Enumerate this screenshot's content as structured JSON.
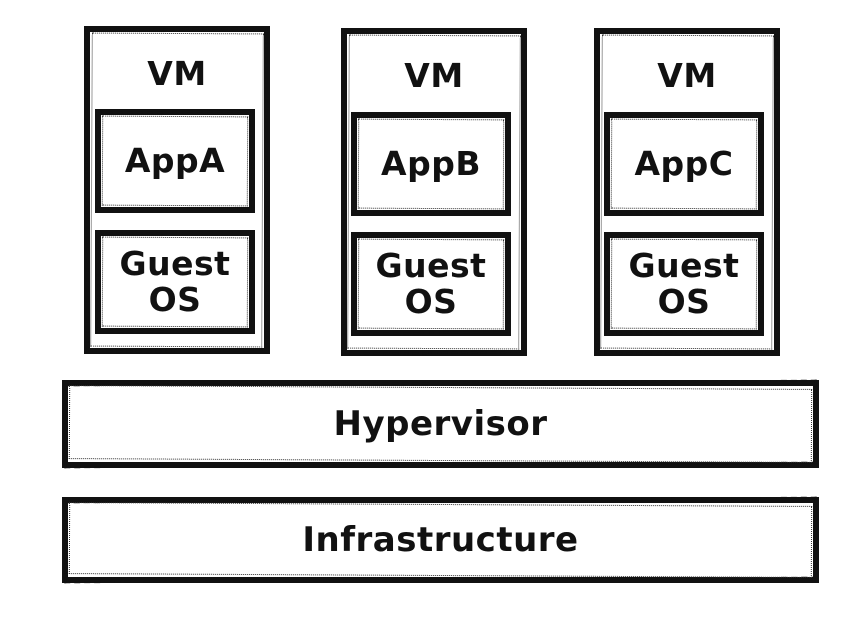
{
  "vms": [
    {
      "title": "VM",
      "app": "AppA",
      "guest_os": "Guest\nOS"
    },
    {
      "title": "VM",
      "app": "AppB",
      "guest_os": "Guest\nOS"
    },
    {
      "title": "VM",
      "app": "AppC",
      "guest_os": "Guest\nOS"
    }
  ],
  "hypervisor": "Hypervisor",
  "infrastructure": "Infrastructure"
}
